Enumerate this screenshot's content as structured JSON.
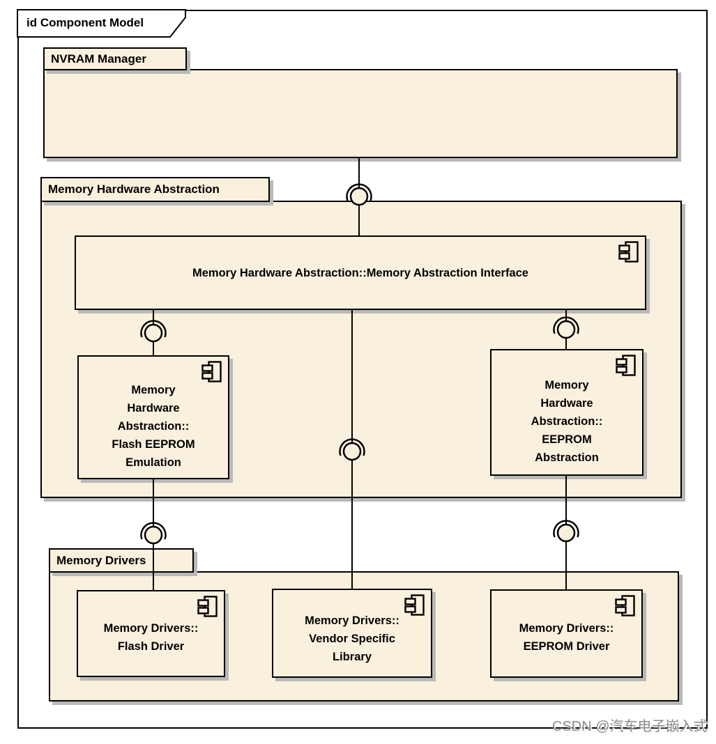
{
  "frame": {
    "label": "id Component Model"
  },
  "packages": {
    "nvram_manager": {
      "label": "NVRAM Manager"
    },
    "memory_hardware_abstraction": {
      "label": "Memory Hardware Abstraction"
    },
    "memory_drivers": {
      "label": "Memory Drivers"
    }
  },
  "components": {
    "memory_abstraction_interface": {
      "label": "Memory Hardware Abstraction::Memory Abstraction Interface"
    },
    "flash_eeprom_emulation": {
      "label": "Memory\nHardware\nAbstraction::\nFlash EEPROM\nEmulation"
    },
    "eeprom_abstraction": {
      "label": "Memory\nHardware\nAbstraction::\nEEPROM\nAbstraction"
    },
    "flash_driver": {
      "label": "Memory Drivers::\nFlash Driver"
    },
    "vendor_specific_library": {
      "label": "Memory Drivers::\nVendor Specific\nLibrary"
    },
    "eeprom_driver": {
      "label": "Memory Drivers::\nEEPROM Driver"
    }
  },
  "watermark": {
    "text": "CSDN @汽车电子嵌入式"
  },
  "colors": {
    "fill": "#FAF0DE",
    "border": "#000000",
    "shadow": "#B9B9B9",
    "watermark": "#8A8A8A"
  }
}
